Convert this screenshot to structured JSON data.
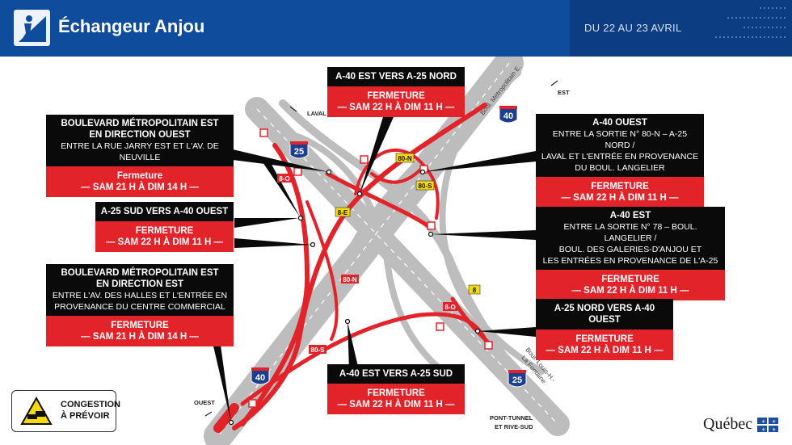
{
  "header": {
    "title": "Échangeur Anjou",
    "dates": "DU 22 AU 23 AVRIL"
  },
  "colors": {
    "header_blue": "#0f4c9b",
    "closure_red": "#e3232a",
    "road_gray": "#b8b8b8",
    "label_yellow": "#f5d90a"
  },
  "map": {
    "directions": {
      "est": "EST",
      "laval": "LAVAL",
      "ouest": "OUEST",
      "pont_tunnel": "PONT-TUNNEL",
      "rive_sud": "ET RIVE-SUD"
    },
    "street_labels": {
      "boul_metropolitain": "Boul. Métropolitain E.",
      "boul_louis_h": "Boul. Louis-H.-",
      "la_fontaine": "La Fontaine"
    },
    "shields": {
      "a40_top": "40",
      "a25_left": "25",
      "a40_bottom": "40",
      "a25_bottom": "25"
    },
    "exit_tags": [
      "80-N",
      "80-S",
      "8-E",
      "8-O",
      "80-N",
      "8",
      "8-O",
      "80-S"
    ]
  },
  "callouts": {
    "c1": {
      "head": "A-40 EST VERS A-25 NORD",
      "foot1": "FERMETURE",
      "foot2": "— SAM 22 H À DIM 11 H —"
    },
    "c2": {
      "head1": "BOULEVARD MÉTROPOLITAIN EST",
      "head2": "EN DIRECTION OUEST",
      "sub": "ENTRE LA RUE JARRY EST ET L'AV. DE NEUVILLE",
      "foot1": "Fermeture",
      "foot2": "— SAM 21 H À DIM 14 H —"
    },
    "c3": {
      "head": "A-40 OUEST",
      "sub1": "ENTRE LA SORTIE N° 80-N – A-25 NORD /",
      "sub2": "LAVAL ET L'ENTRÉE EN PROVENANCE",
      "sub3": "DU BOUL. LANGELIER",
      "foot1": "FERMETURE",
      "foot2": "— SAM 22 H À DIM 11 H —"
    },
    "c4": {
      "head": "A-25 SUD VERS A-40 OUEST",
      "foot1": "FERMETURE",
      "foot2": "— SAM 22 H À DIM 11 H —"
    },
    "c5": {
      "head": "A-40 EST",
      "sub1": "ENTRE LA SORTIE N° 78 – BOUL. LANGELIER /",
      "sub2": "BOUL. DES GALERIES-D'ANJOU ET",
      "sub3": "LES ENTRÉES EN PROVENANCE DE L'A-25",
      "foot1": "FERMETURE",
      "foot2": "— SAM 22 H À DIM 11 H —"
    },
    "c6": {
      "head1": "BOULEVARD MÉTROPOLITAIN EST",
      "head2": "EN DIRECTION EST",
      "sub1": "ENTRE L'AV. DES HALLES ET L'ENTRÉE EN",
      "sub2": "PROVENANCE DU CENTRE COMMERCIAL",
      "foot1": "FERMETURE",
      "foot2": "— SAM 21 H À DIM 14 H —"
    },
    "c7": {
      "head": "A-25 NORD VERS A-40 OUEST",
      "foot1": "FERMETURE",
      "foot2": "— SAM 22 H À DIM 11 H —"
    },
    "c8": {
      "head": "A-40 EST VERS A-25 SUD",
      "foot1": "FERMETURE",
      "foot2": "— SAM 22 H À DIM 11 H —"
    }
  },
  "congestion": {
    "line1": "CONGESTION",
    "line2": "À PRÉVOIR"
  },
  "logo": {
    "text": "Québec"
  }
}
